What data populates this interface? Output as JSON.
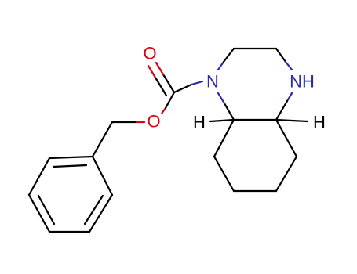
{
  "molecule": {
    "labels": {
      "carbonyl_oxygen": "O",
      "ester_oxygen": "O",
      "amide_nitrogen": "N",
      "amine_nitrogen": "NH",
      "stereo_h_left": "H",
      "stereo_h_right": "H"
    }
  },
  "colors": {
    "bond": "#000000",
    "oxygen": "#e0000f",
    "nitrogen": "#2a2aa8"
  }
}
